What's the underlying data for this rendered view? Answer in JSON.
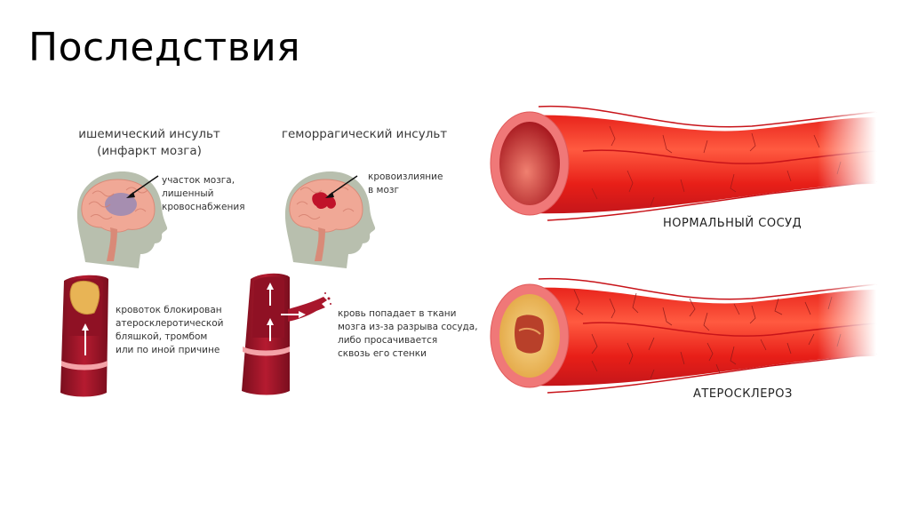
{
  "slide": {
    "title": "Последствия"
  },
  "ischemic": {
    "heading_line1": "ишемический инсульт",
    "heading_line2": "(инфаркт мозга)",
    "brain_note_line1": "участок мозга,",
    "brain_note_line2": "лишенный",
    "brain_note_line3": "кровоснабжения",
    "vessel_note_line1": "кровоток блокирован",
    "vessel_note_line2": "атеросклеротической",
    "vessel_note_line3": "бляшкой, тромбом",
    "vessel_note_line4": "или по иной причине"
  },
  "hemorrhagic": {
    "heading": "геморрагический инсульт",
    "brain_note_line1": "кровоизлияние",
    "brain_note_line2": "в мозг",
    "vessel_note_line1": "кровь попадает в ткани",
    "vessel_note_line2": "мозга из-за разрыва сосуда,",
    "vessel_note_line3": "либо просачивается",
    "vessel_note_line4": "сквозь его стенки"
  },
  "vessels": {
    "normal_label": "НОРМАЛЬНЫЙ СОСУД",
    "atherosclerosis_label": "АТЕРОСКЛЕРОЗ"
  },
  "colors": {
    "head": "#b8bfae",
    "brain": "#f0a896",
    "ischemia": "#8e86b8",
    "hemorrhage": "#c0132a",
    "vessel_dark": "#a8162c",
    "vessel_bright": "#f0261c",
    "plaque": "#e8b455"
  }
}
